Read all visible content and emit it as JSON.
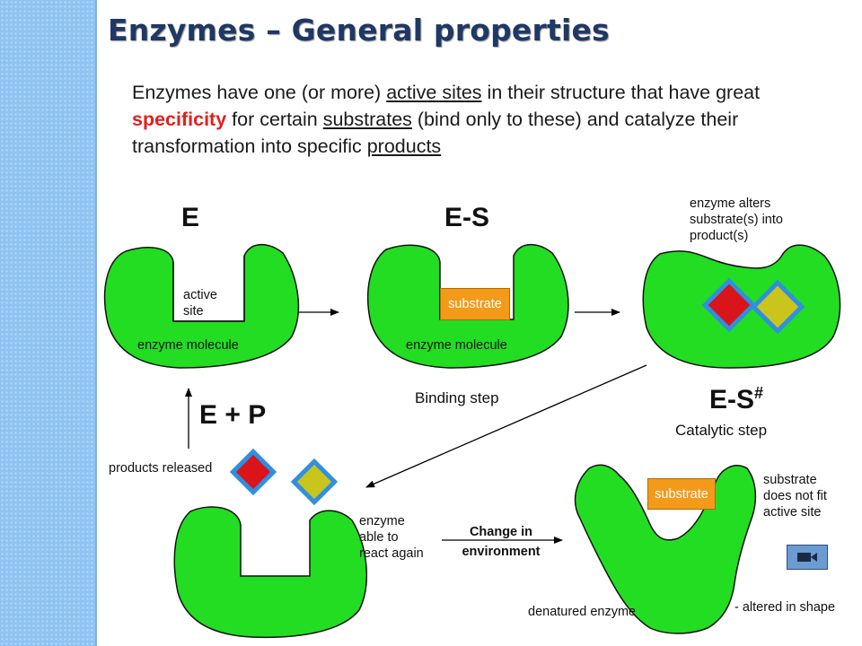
{
  "title": "Enzymes – General properties",
  "intro": {
    "p1": "Enzymes have one (or more) ",
    "active_sites": "active sites",
    "p2": " in their structure that have great ",
    "specificity": "specificity",
    "p3": " for certain ",
    "substrates": "substrates",
    "p4": " (bind only to these) and catalyze their transformation into specific ",
    "products": "products"
  },
  "stages": {
    "e": "E",
    "es": "E-S",
    "es_sharp_base": "E-S",
    "es_sharp_sup": "#",
    "ep": "E + P"
  },
  "labels": {
    "active_site_1": "active",
    "active_site_2": "site",
    "enzyme_molecule_1": "enzyme molecule",
    "enzyme_molecule_2": "enzyme molecule",
    "substrate_1": "substrate",
    "substrate_2": "substrate",
    "enzyme_alters_1": "enzyme alters",
    "enzyme_alters_2": "substrate(s) into",
    "enzyme_alters_3": "product(s)",
    "binding_step": "Binding step",
    "catalytic_step": "Catalytic step",
    "products_released": "products released",
    "react_again_1": "enzyme",
    "react_again_2": "able to",
    "react_again_3": "react again",
    "change_env_1": "Change in",
    "change_env_2": "environment",
    "not_fit_1": "substrate",
    "not_fit_2": "does not fit",
    "not_fit_3": "active site",
    "denatured": "denatured enzyme",
    "altered": "- altered in shape"
  },
  "colors": {
    "enzyme": "#22dd22",
    "substrate": "#f39a1a",
    "product_red": "#d9141a",
    "product_yellow": "#c9c51c",
    "product_border": "#2f8fe0",
    "title": "#1f3864",
    "specificity": "#e0201c"
  },
  "icons": {
    "media": "video-camera-icon"
  }
}
